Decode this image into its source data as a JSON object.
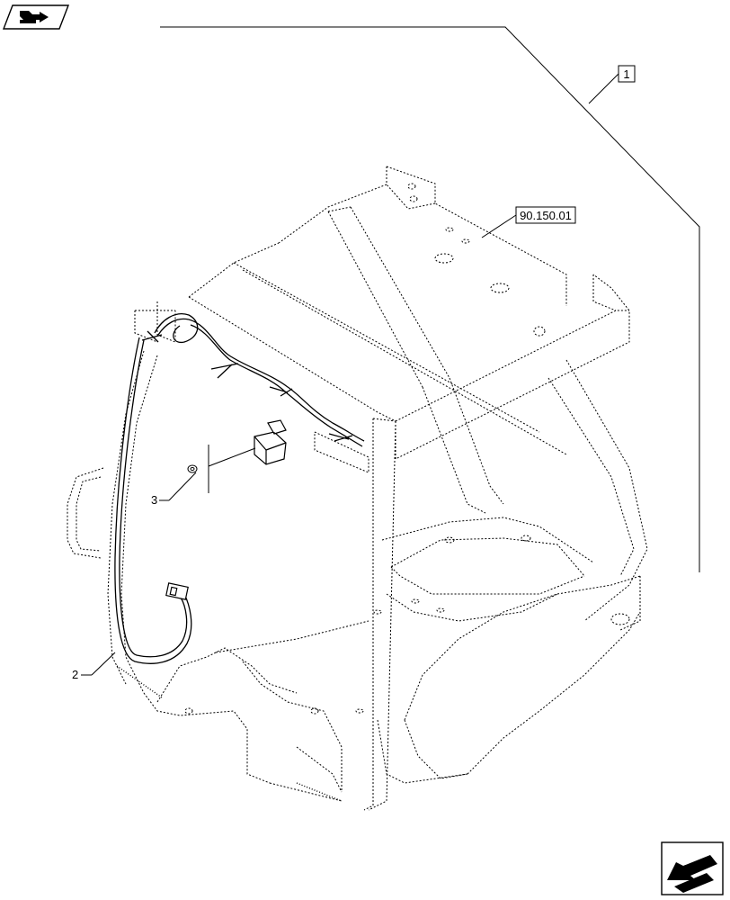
{
  "diagram": {
    "reference_box": "90.150.01",
    "callouts": [
      {
        "id": "1",
        "label": "1"
      },
      {
        "id": "2",
        "label": "2"
      },
      {
        "id": "3",
        "label": "3"
      }
    ]
  },
  "icons": {
    "top_left": "book-forward-icon",
    "bottom_right": "page-back-arrow-icon"
  },
  "colors": {
    "line": "#000000",
    "background": "#ffffff"
  }
}
